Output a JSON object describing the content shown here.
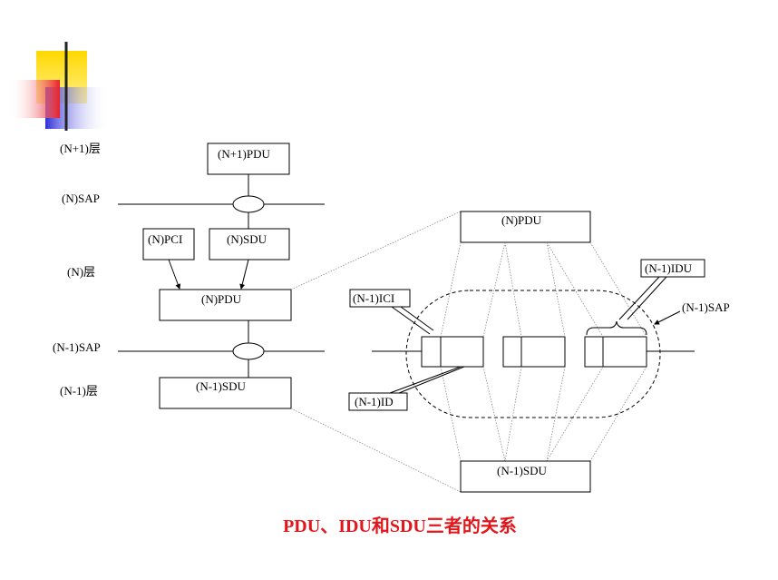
{
  "colors": {
    "title": "#e3161b",
    "deco_yellow": "#ffd800",
    "deco_red": "#e8202a",
    "deco_blue": "#2f2fd8",
    "rule": "#333333"
  },
  "layers": {
    "n_plus_1_layer": "(N+1)层",
    "n_sap": "(N)SAP",
    "n_layer": "(N)层",
    "n_minus_1_sap": "(N-1)SAP",
    "n_minus_1_layer": "(N-1)层"
  },
  "left_stack": {
    "n_plus_1_pdu": "(N+1)PDU",
    "n_pci": "(N)PCI",
    "n_sdu": "(N)SDU",
    "n_pdu": "(N)PDU",
    "n_minus_1_sdu": "(N-1)SDU"
  },
  "right_detail": {
    "n_pdu": "(N)PDU",
    "n_minus_1_idu": "(N-1)IDU",
    "n_minus_1_ici": "(N-1)ICI",
    "n_minus_1_sap": "(N-1)SAP",
    "n_minus_1_id": "(N-1)ID",
    "n_minus_1_sdu": "(N-1)SDU"
  },
  "caption": "PDU、IDU和SDU三者的关系"
}
